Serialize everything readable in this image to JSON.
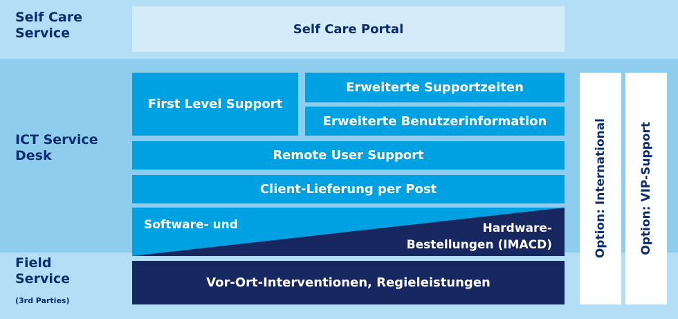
{
  "layers": {
    "self_care": "Self Care\nService",
    "ict": "ICT Service\nDesk",
    "field": "Field\nService",
    "field_note": "(3rd Parties)"
  },
  "boxes": {
    "portal": "Self Care Portal",
    "first_level": "First Level Support",
    "extended_hours": "Erweiterte Supportzeiten",
    "extended_info": "Erweiterte Benutzerinformation",
    "remote": "Remote User Support",
    "client_delivery": "Client-Lieferung per Post",
    "software": "Software- und",
    "hardware": "Hardware-\nBestellungen (IMACD)",
    "onsite": "Vor-Ort-Interventionen, Regieleistungen"
  },
  "options": {
    "international": "Option: International",
    "vip": "Option: VIP-Support"
  },
  "colors": {
    "light_blue": "#00a1e3",
    "navy": "#17275f",
    "portal": "#d4ecfa"
  }
}
